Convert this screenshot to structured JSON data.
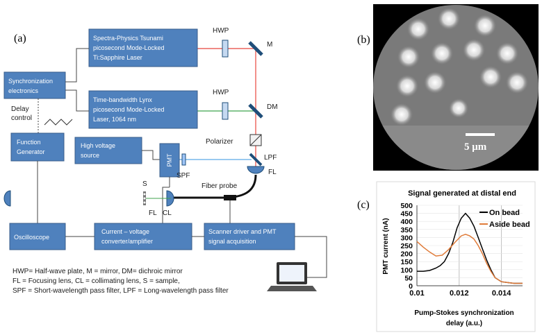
{
  "panel_a": {
    "label": "(a)",
    "tsunami": [
      "Spectra-Physics Tsunami",
      "picosecond Mode-Locked",
      "Ti:Sapphire Laser"
    ],
    "lynx": [
      "Time-bandwidth Lynx",
      "picosecond Mode-Locked",
      "Laser, 1064 nm"
    ],
    "sync": [
      "Synchronization",
      "electronics"
    ],
    "delay": [
      "Delay",
      "control"
    ],
    "function_gen": [
      "Function",
      "Generator"
    ],
    "hv_source": [
      "High voltage",
      "source"
    ],
    "pmt": "PMT",
    "oscilloscope": "Oscilloscope",
    "converter": [
      "Current – voltage",
      "converter/amplifier"
    ],
    "scanner": [
      "Scanner driver and PMT",
      "signal acquisition"
    ],
    "hwp1": "HWP",
    "hwp2": "HWP",
    "m": "M",
    "dm": "DM",
    "polarizer": "Polarizer",
    "lpf": "LPF",
    "fl_right": "FL",
    "spf": "SPF",
    "s": "S",
    "fl_left": "FL",
    "cl": "CL",
    "fiber_probe": "Fiber probe",
    "legend": [
      "HWP= Half-wave plate,  M = mirror,  DM= dichroic mirror",
      "FL = Focusing lens, CL = collimating lens, S = sample,",
      "SPF = Short-wavelength pass filter,  LPF = Long-wavelength pass filter"
    ],
    "colors": {
      "box": "#4f81bd",
      "red_beam": "#e8453c",
      "green_beam": "#3fa34d",
      "blue_beam": "#5aa9e6"
    }
  },
  "panel_b": {
    "label": "(b)",
    "scalebar": "5 μm"
  },
  "panel_c": {
    "label": "(c)",
    "chart_data": {
      "type": "line",
      "title": "Signal generated at distal end",
      "xlabel": "Pump-Stokes synchronization delay (a.u.)",
      "ylabel": "PMT current (nA)",
      "xlim": [
        0.01,
        0.015
      ],
      "ylim": [
        0,
        500
      ],
      "xticks": [
        "0.01",
        "0.012",
        "0.014"
      ],
      "xtick_values": [
        0.01,
        0.012,
        0.014
      ],
      "yticks": [
        "0",
        "50",
        "100",
        "150",
        "200",
        "250",
        "300",
        "350",
        "400",
        "450",
        "500"
      ],
      "grid": true,
      "legend_position": "top-right",
      "series": [
        {
          "name": "On bead",
          "color": "#000000",
          "x": [
            0.01,
            0.0103,
            0.0106,
            0.0109,
            0.0111,
            0.0113,
            0.0115,
            0.0117,
            0.0119,
            0.0121,
            0.0123,
            0.0125,
            0.0127,
            0.0129,
            0.0131,
            0.0133,
            0.0135,
            0.0137,
            0.014,
            0.0143,
            0.0146,
            0.015
          ],
          "y": [
            90,
            90,
            95,
            110,
            125,
            150,
            200,
            270,
            360,
            420,
            450,
            420,
            370,
            300,
            230,
            160,
            100,
            50,
            25,
            20,
            15,
            15
          ]
        },
        {
          "name": "Aside bead",
          "color": "#e07b39",
          "x": [
            0.01,
            0.0103,
            0.0106,
            0.0109,
            0.0112,
            0.0115,
            0.0118,
            0.0121,
            0.0123,
            0.0125,
            0.0127,
            0.0129,
            0.0131,
            0.0133,
            0.0135,
            0.0137,
            0.014,
            0.0143,
            0.0146,
            0.015
          ],
          "y": [
            275,
            240,
            210,
            185,
            190,
            225,
            270,
            310,
            320,
            310,
            290,
            250,
            200,
            140,
            90,
            50,
            25,
            20,
            15,
            15
          ]
        }
      ]
    }
  }
}
